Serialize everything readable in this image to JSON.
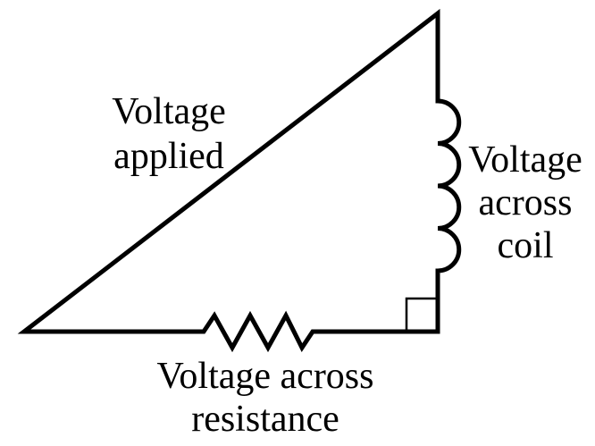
{
  "diagram": {
    "type": "voltage-triangle",
    "background": "#ffffff",
    "line_color": "#000000",
    "labels": {
      "applied": [
        "Voltage",
        "applied"
      ],
      "coil": [
        "Voltage",
        "across",
        "coil"
      ],
      "resistance": [
        "Voltage across",
        "resistance"
      ]
    }
  }
}
